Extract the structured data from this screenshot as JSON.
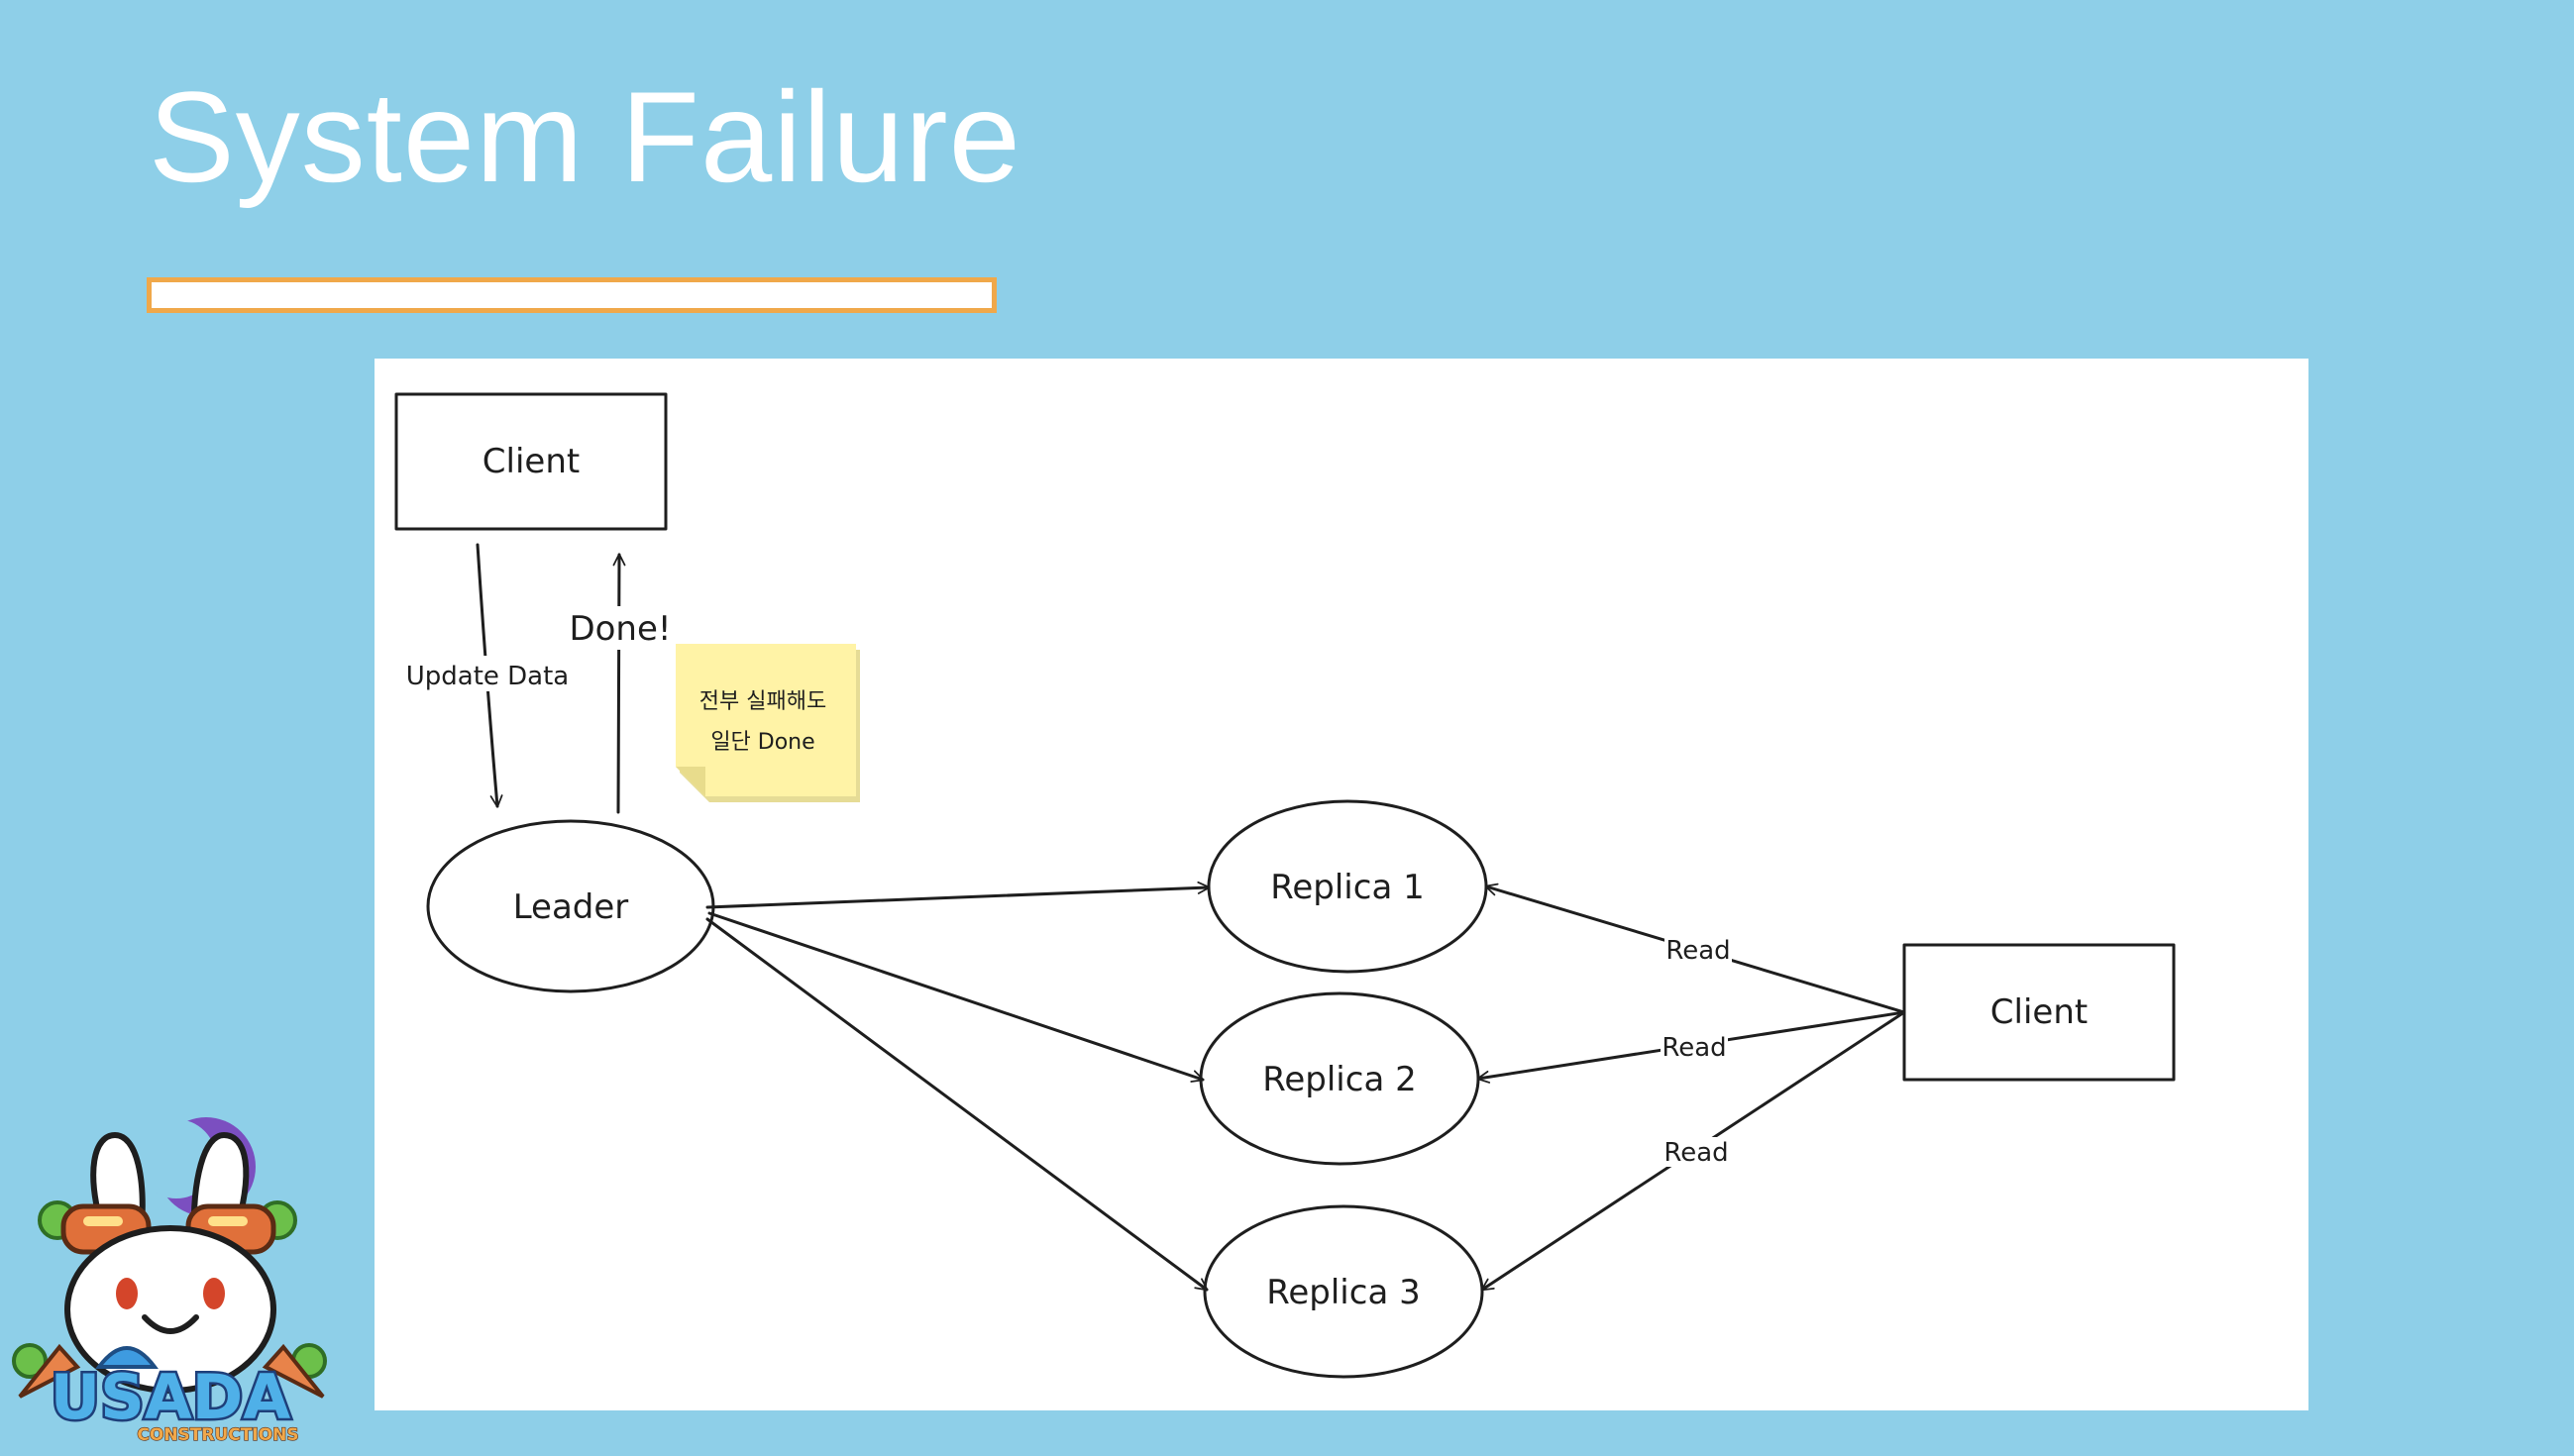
{
  "slide": {
    "title": "System Failure"
  },
  "diagram": {
    "nodes": {
      "client_top": "Client",
      "leader": "Leader",
      "replica_1": "Replica 1",
      "replica_2": "Replica 2",
      "replica_3": "Replica 3",
      "client_right": "Client"
    },
    "edges": {
      "update_data": "Update Data",
      "done": "Done!",
      "read_1": "Read",
      "read_2": "Read",
      "read_3": "Read"
    },
    "sticky_note": {
      "line_1": "전부 실패해도",
      "line_2": "일단 Done"
    }
  },
  "logo": {
    "wordmark": "USADA",
    "subtitle": "CONSTRUCTIONS"
  },
  "colors": {
    "background": "#8ecfe8",
    "accent_bar": "#f0a84a",
    "replica_fill": "#fbe9ec",
    "replica_hatch": "#f3b7c1",
    "sticky_note": "#fff3a6"
  }
}
